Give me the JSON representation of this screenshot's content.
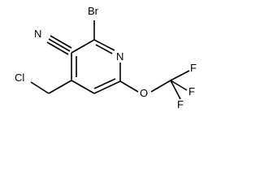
{
  "molecule": {
    "atoms": {
      "br": "Br",
      "n_nitrile": "N",
      "n_ring": "N",
      "cl": "Cl",
      "o": "O",
      "f_top": "F",
      "f_right": "F",
      "f_bottom": "F"
    },
    "colors": {
      "bond": "#000000",
      "label": "#000000",
      "background": "#ffffff"
    }
  }
}
